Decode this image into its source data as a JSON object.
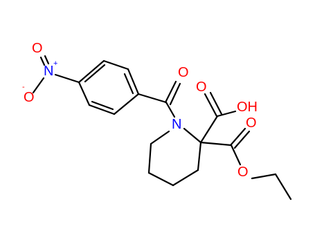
{
  "colors": {
    "carbon_bond": "#000000",
    "oxygen": "#ff0000",
    "nitrogen": "#0000ff",
    "background": "#ffffff"
  },
  "atoms": [
    {
      "id": "nitro-n",
      "element": "N",
      "label": "N",
      "charge": "+"
    },
    {
      "id": "nitro-o-top",
      "element": "O",
      "label": "O",
      "charge": ""
    },
    {
      "id": "nitro-o-bottom",
      "element": "O",
      "label": "O",
      "charge": "-"
    },
    {
      "id": "amide-o",
      "element": "O",
      "label": "O",
      "charge": ""
    },
    {
      "id": "ring-n",
      "element": "N",
      "label": "N",
      "charge": ""
    },
    {
      "id": "acid-o-double",
      "element": "O",
      "label": "O",
      "charge": ""
    },
    {
      "id": "acid-oh",
      "element": "O",
      "label": "OH",
      "charge": ""
    },
    {
      "id": "ester-o-double",
      "element": "O",
      "label": "O",
      "charge": ""
    },
    {
      "id": "ester-o-single",
      "element": "O",
      "label": "O",
      "charge": ""
    }
  ]
}
